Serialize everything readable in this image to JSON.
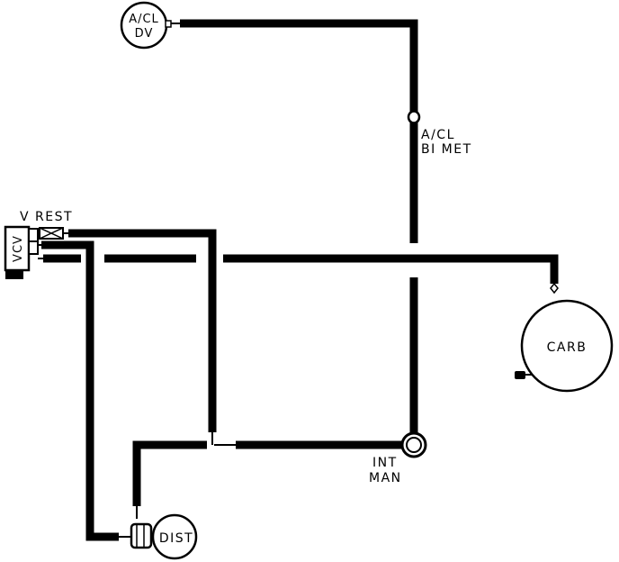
{
  "components": {
    "acl_dv": {
      "line1": "A/CL",
      "line2": "DV"
    },
    "acl_bimet": {
      "line1": "A/CL",
      "line2": "BI MET"
    },
    "v_rest": {
      "label": "V REST"
    },
    "vcv": {
      "label": "VCV"
    },
    "carb": {
      "label": "CARB"
    },
    "int_man": {
      "line1": "INT",
      "line2": "MAN"
    },
    "dist": {
      "label": "DIST"
    }
  }
}
